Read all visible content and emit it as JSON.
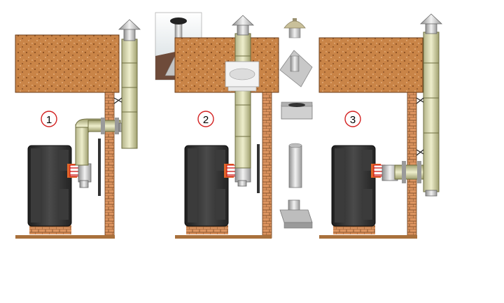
{
  "diagram": {
    "labels": [
      "1",
      "2",
      "3"
    ]
  },
  "colors": {
    "roof": "#c0793c",
    "brick": "#d98e55",
    "mortar": "#7a4a24",
    "stove": "#2e2e2e",
    "pipe_light": "#e4e4d8",
    "pipe_insulated": "#c8c890",
    "fire": "#e0662a",
    "circle_stroke": "#d32121",
    "floor": "#a9713c"
  },
  "icons": [
    "chimney-cap-icon",
    "roof-flashing-icon",
    "ceiling-plate-icon",
    "pipe-section-icon",
    "tee-adapter-icon"
  ]
}
